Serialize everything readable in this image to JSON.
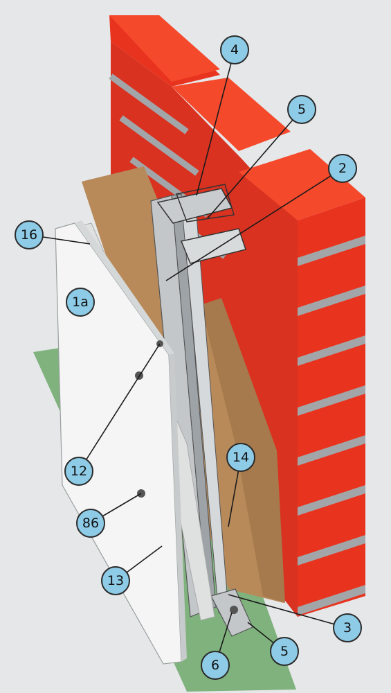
{
  "colors": {
    "background": "#e6e7e9",
    "brick_face": "#e8341f",
    "brick_top": "#f5492c",
    "brick_side": "#c42a18",
    "mortar": "#a3a6a9",
    "insulation": "#b88a5a",
    "board": "#f4f5f4",
    "board_edge": "#d5d8d8",
    "floor": "#7fb27d",
    "profile": "#c3c7ca",
    "callout_fill": "#8ecbe6",
    "callout_stroke": "#2a2a2a"
  },
  "labels": [
    {
      "id": "4",
      "text": "4"
    },
    {
      "id": "5-top",
      "text": "5"
    },
    {
      "id": "2",
      "text": "2"
    },
    {
      "id": "16",
      "text": "16"
    },
    {
      "id": "1a",
      "text": "1a"
    },
    {
      "id": "12",
      "text": "12"
    },
    {
      "id": "14",
      "text": "14"
    },
    {
      "id": "86",
      "text": "86"
    },
    {
      "id": "13",
      "text": "13"
    },
    {
      "id": "3",
      "text": "3"
    },
    {
      "id": "6",
      "text": "6"
    },
    {
      "id": "5-bottom",
      "text": "5"
    }
  ]
}
